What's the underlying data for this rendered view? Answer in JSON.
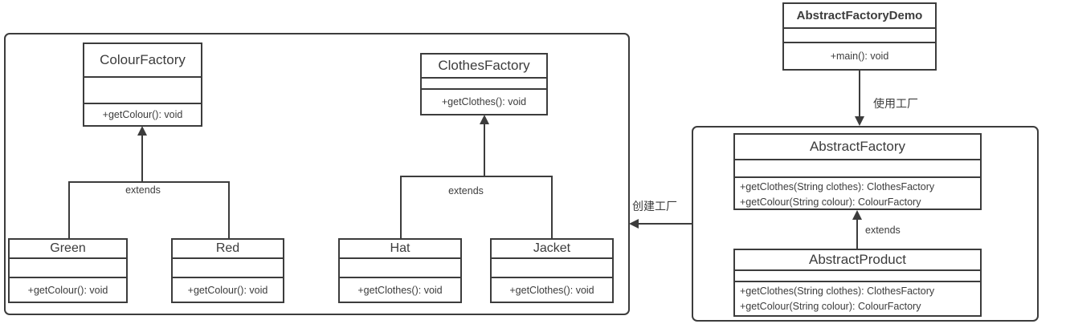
{
  "classes": {
    "colour_factory": {
      "name": "ColourFactory",
      "methods": [
        "+getColour(): void"
      ]
    },
    "clothes_factory": {
      "name": "ClothesFactory",
      "methods": [
        "+getClothes(): void"
      ]
    },
    "green": {
      "name": "Green",
      "methods": [
        "+getColour(): void"
      ]
    },
    "red": {
      "name": "Red",
      "methods": [
        "+getColour(): void"
      ]
    },
    "hat": {
      "name": "Hat",
      "methods": [
        "+getClothes(): void"
      ]
    },
    "jacket": {
      "name": "Jacket",
      "methods": [
        "+getClothes(): void"
      ]
    },
    "abstract_factory_demo": {
      "name": "AbstractFactoryDemo",
      "methods": [
        "+main(): void"
      ]
    },
    "abstract_factory": {
      "name": "AbstractFactory",
      "methods": [
        "+getClothes(String clothes): ClothesFactory",
        "+getColour(String colour): ColourFactory"
      ]
    },
    "abstract_product": {
      "name": "AbstractProduct",
      "methods": [
        "+getClothes(String clothes): ClothesFactory",
        "+getColour(String colour): ColourFactory"
      ]
    }
  },
  "labels": {
    "extends_colour": "extends",
    "extends_clothes": "extends",
    "extends_product": "extends",
    "use_factory": "使用工厂",
    "create_factory": "创建工厂"
  },
  "colors": {
    "stroke": "#3c3c3c",
    "background": "#ffffff"
  }
}
